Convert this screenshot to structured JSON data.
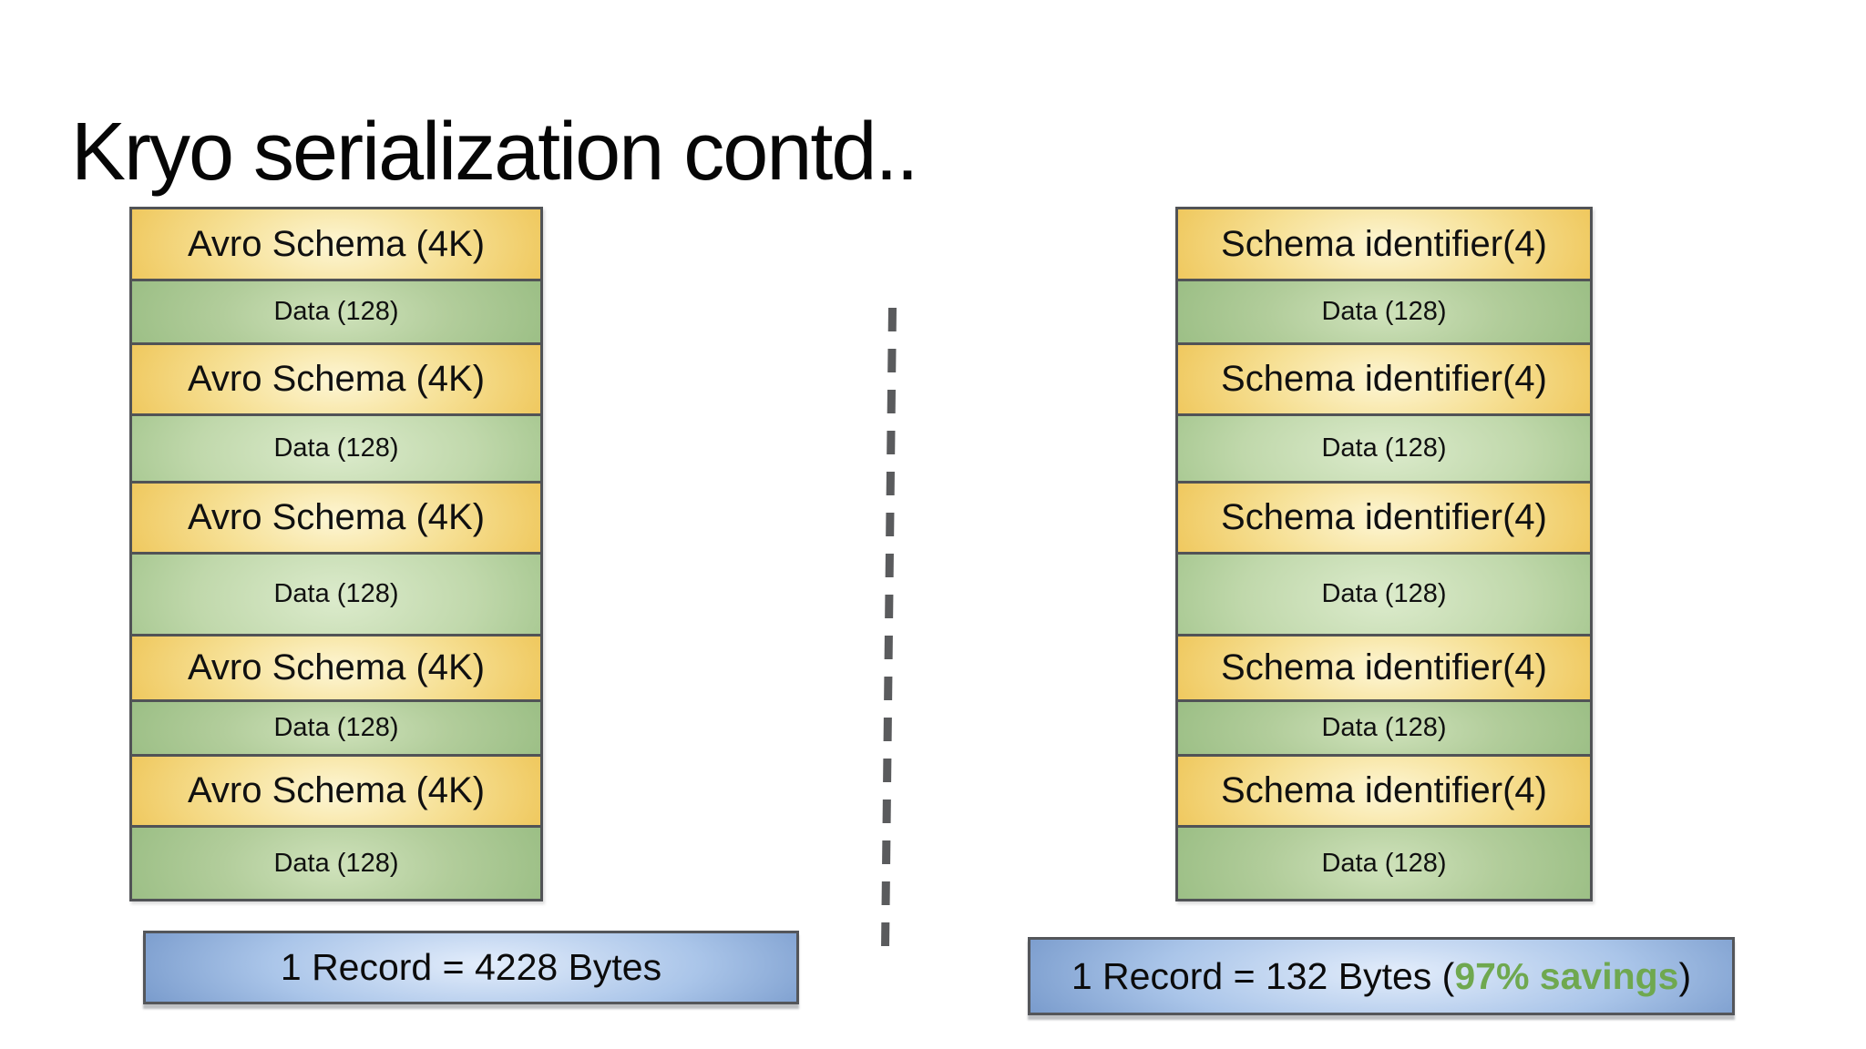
{
  "title": "Kryo serialization contd..",
  "left_stack": {
    "rows": [
      {
        "type": "schema",
        "label": "Avro Schema (4K)"
      },
      {
        "type": "data",
        "label": "Data (128)"
      },
      {
        "type": "schema",
        "label": "Avro Schema (4K)"
      },
      {
        "type": "data",
        "label": "Data (128)"
      },
      {
        "type": "schema",
        "label": "Avro Schema (4K)"
      },
      {
        "type": "data",
        "label": "Data (128)"
      },
      {
        "type": "schema",
        "label": "Avro Schema (4K)"
      },
      {
        "type": "data",
        "label": "Data (128)"
      },
      {
        "type": "schema",
        "label": "Avro Schema (4K)"
      },
      {
        "type": "data",
        "label": "Data (128)"
      }
    ]
  },
  "right_stack": {
    "rows": [
      {
        "type": "schema",
        "label": "Schema identifier(4)"
      },
      {
        "type": "data",
        "label": "Data (128)"
      },
      {
        "type": "schema",
        "label": "Schema identifier(4)"
      },
      {
        "type": "data",
        "label": "Data (128)"
      },
      {
        "type": "schema",
        "label": "Schema identifier(4)"
      },
      {
        "type": "data",
        "label": "Data (128)"
      },
      {
        "type": "schema",
        "label": "Schema identifier(4)"
      },
      {
        "type": "data",
        "label": "Data (128)"
      },
      {
        "type": "schema",
        "label": "Schema identifier(4)"
      },
      {
        "type": "data",
        "label": "Data (128)"
      }
    ]
  },
  "left_summary": {
    "text": "1 Record = 4228 Bytes"
  },
  "right_summary": {
    "prefix": "1 Record = 132 Bytes (",
    "highlight": "97% savings",
    "suffix": ")"
  },
  "colors": {
    "schema_block": "#edc04b",
    "data_block": "#94ba7e",
    "summary_block": "#7295c8",
    "highlight_green": "#6fa84f",
    "border": "#515356",
    "divider": "#5a5b5d"
  }
}
